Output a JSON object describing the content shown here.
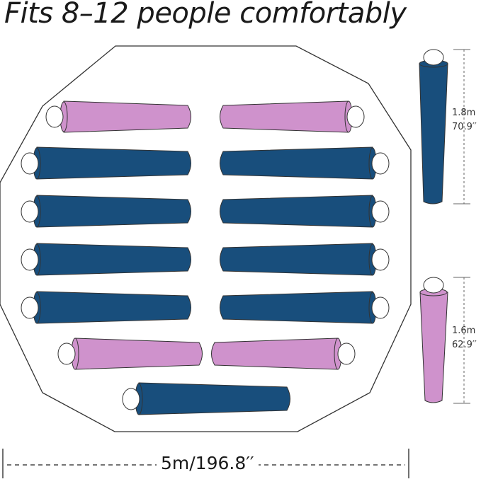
{
  "headline": "Fits 8–12 people comfortably",
  "tall_person": {
    "height_m": "1.8m",
    "height_in": "70.9′′"
  },
  "short_person": {
    "height_m": "1.6m",
    "height_in": "62.9′′"
  },
  "tent_width": "5m/196.8′′",
  "colors": {
    "tall_bag": "#184e7c",
    "short_bag": "#cf92cc",
    "outline": "#333333"
  }
}
